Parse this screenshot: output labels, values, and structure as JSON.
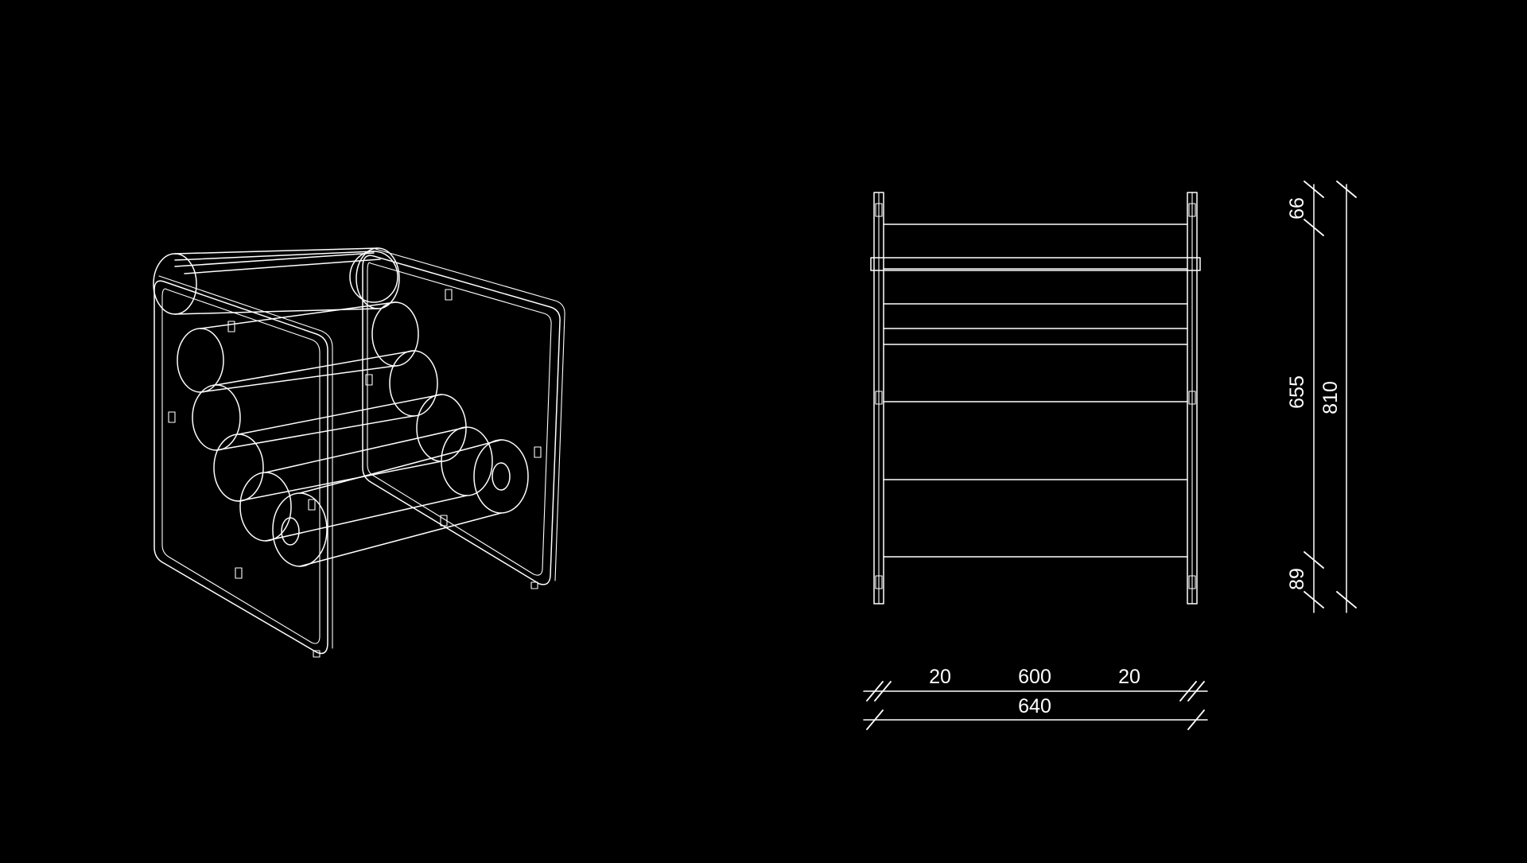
{
  "colors": {
    "background": "#000000",
    "line": "#ffffff"
  },
  "dimensions": {
    "width_segments": [
      "20",
      "600",
      "20"
    ],
    "width_total": "640",
    "height_top": "66",
    "height_middle": "655",
    "height_bottom": "89",
    "height_total": "810"
  }
}
